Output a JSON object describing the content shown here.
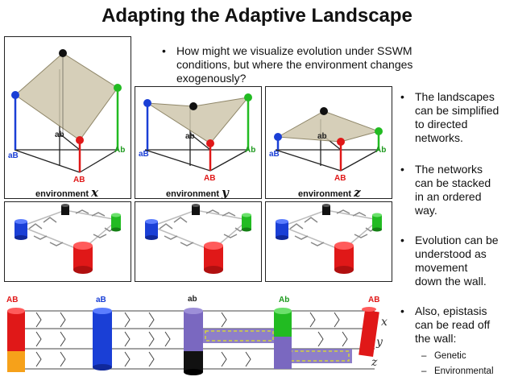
{
  "title": "Adapting the Adaptive Landscape",
  "question": [
    "How might we visualize evolution under SSWM",
    "conditions, but where the environment changes",
    "exogenously?"
  ],
  "genotypes": {
    "ab": "ab",
    "aB": "aB",
    "Ab": "Ab",
    "AB": "AB"
  },
  "environments": [
    {
      "label": "environment",
      "symbol": "x"
    },
    {
      "label": "environment",
      "symbol": "y"
    },
    {
      "label": "environment",
      "symbol": "z"
    }
  ],
  "bullets": [
    [
      "The landscapes",
      "can be simplified",
      "to directed",
      "networks."
    ],
    [
      "The networks",
      "can be stacked",
      "in an ordered",
      "way."
    ],
    [
      "Evolution can be",
      "understood as",
      "movement",
      "down the wall."
    ],
    [
      "Also, epistasis",
      "can be read off",
      "the wall:"
    ]
  ],
  "sub_bullets": [
    "Genetic",
    "Environmental"
  ],
  "wall_labels": [
    "AB",
    "aB",
    "ab",
    "Ab",
    "AB"
  ],
  "wall_envs": [
    "x",
    "y",
    "z"
  ],
  "colors": {
    "ab": "#111111",
    "aB": "#1a3fd6",
    "Ab": "#22bb22",
    "AB": "#e01818",
    "landscape": "#cfc7ad",
    "path": "#7a68c0"
  }
}
